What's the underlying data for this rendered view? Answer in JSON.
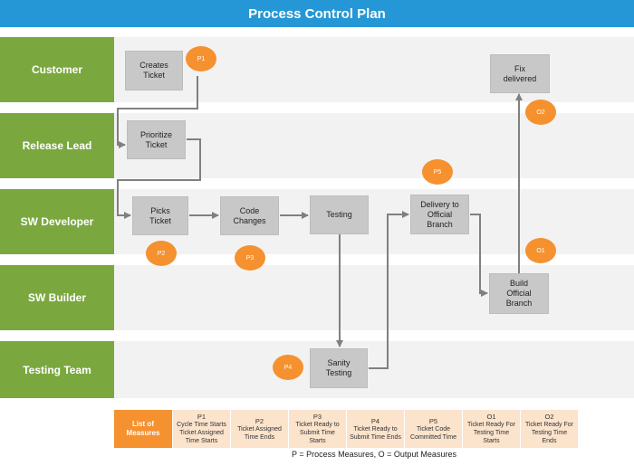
{
  "title": "Process Control Plan",
  "lanes": [
    "Customer",
    "Release Lead",
    "SW Developer",
    "SW Builder",
    "Testing Team"
  ],
  "nodes": {
    "creates_ticket": "Creates\nTicket",
    "prioritize_ticket": "Prioritize\nTicket",
    "picks_ticket": "Picks\nTicket",
    "code_changes": "Code\nChanges",
    "testing": "Testing",
    "delivery": "Delivery  to\nOfficial\nBranch",
    "build_official_branch": "Build\nOfficial\nBranch",
    "fix_delivered": "Fix\ndelivered",
    "sanity_testing": "Sanity\nTesting"
  },
  "markers": {
    "p1": "P1",
    "p2": "P2",
    "p3": "P3",
    "p4": "P4",
    "p5": "P5",
    "o1": "O1",
    "o2": "O2"
  },
  "measures": {
    "heading": "List of\nMeasures",
    "items": [
      {
        "code": "P1",
        "desc": "Cycle Time Starts\nTicket Assigned\nTime Starts"
      },
      {
        "code": "P2",
        "desc": "Ticket Assigned\nTime Ends"
      },
      {
        "code": "P3",
        "desc": "Ticket Ready to\nSubmit Time\nStarts"
      },
      {
        "code": "P4",
        "desc": "Ticket Ready to\nSubmit Time Ends"
      },
      {
        "code": "P5",
        "desc": "Ticket Code\nCommitted Time"
      },
      {
        "code": "O1",
        "desc": "Ticket Ready For\nTesting  Time\nStarts"
      },
      {
        "code": "O2",
        "desc": "Ticket Ready For\nTesting  Time\nEnds"
      }
    ],
    "footnote": "P = Process Measures, O = Output Measures"
  },
  "colors": {
    "title_bar": "#2597d6",
    "lane_label": "#7aa83f",
    "lane_background": "#f2f2f2",
    "process_box": "#c8c8c8",
    "measure_marker": "#f5912f",
    "measures_row": "#fbe3cc",
    "connector": "#808080"
  }
}
